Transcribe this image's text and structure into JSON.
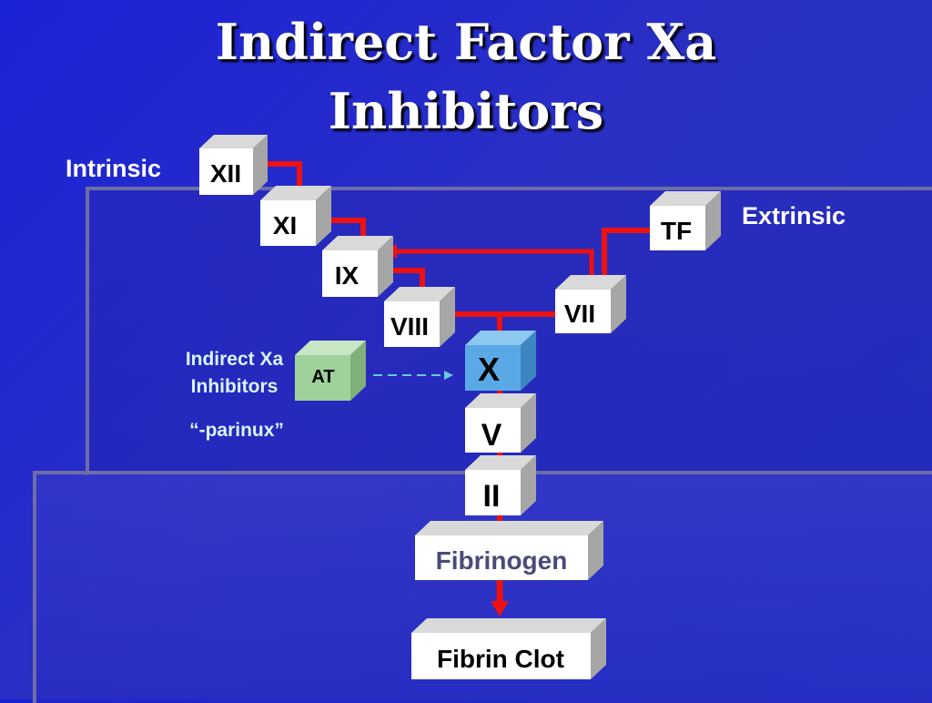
{
  "title": {
    "line1": "Indirect Factor Xa",
    "line2": "Inhibitors"
  },
  "labels": {
    "intrinsic": "Intrinsic",
    "extrinsic": "Extrinsic"
  },
  "annotation": {
    "line1": "Indirect Xa",
    "line2": "Inhibitors",
    "drug_suffix": "“-parinux”"
  },
  "factors": {
    "xii": "XII",
    "xi": "XI",
    "ix": "IX",
    "viii": "VIII",
    "tf": "TF",
    "vii": "VII",
    "at": "AT",
    "x": "X",
    "v": "V",
    "ii": "II",
    "fibrinogen": "Fibrinogen",
    "fibrin_clot": "Fibrin Clot"
  },
  "colors": {
    "connector": "#ee1111",
    "dashed_arrow": "#66ccdd",
    "box_front": "#ffffff",
    "box_top": "#d9d9d9",
    "box_side": "#a6a6a6",
    "at_box": "#9ed29a",
    "x_box": "#5aa9e6",
    "fibrinogen_text": "#4a4a7a"
  }
}
